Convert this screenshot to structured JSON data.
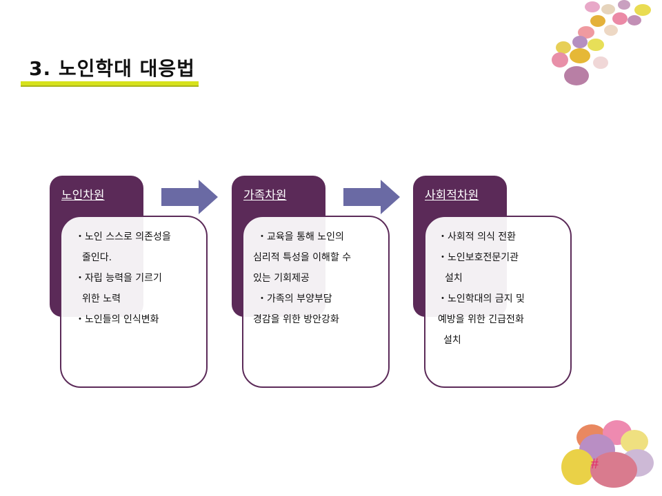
{
  "title": "3. 노인학대 대응법",
  "columns": [
    {
      "header": "노인차원",
      "bullets": [
        "・노인 스스로 의존성을",
        "줄인다.",
        "・자립 능력을 기르기",
        "위한 노력",
        "・노인들의 인식변화"
      ]
    },
    {
      "header": "가족차원",
      "bullets": [
        "・교육을 통해 노인의",
        "심리적 특성을 이해할 수",
        "있는 기회제공",
        "・가족의 부양부담",
        "경감을 위한 방안강화"
      ]
    },
    {
      "header": "사회적차원",
      "bullets": [
        "・사회적 의식 전환",
        "・노인보호전문기관",
        "설치",
        "・노인학대의 금지 및",
        "예방을 위한 긴급전화",
        "설치"
      ]
    }
  ],
  "page_number": "#",
  "colors": {
    "header": "#5b2a58",
    "arrow": "#6a6aa4",
    "underline": "#d7e21c",
    "page_number": "#e0306a"
  }
}
